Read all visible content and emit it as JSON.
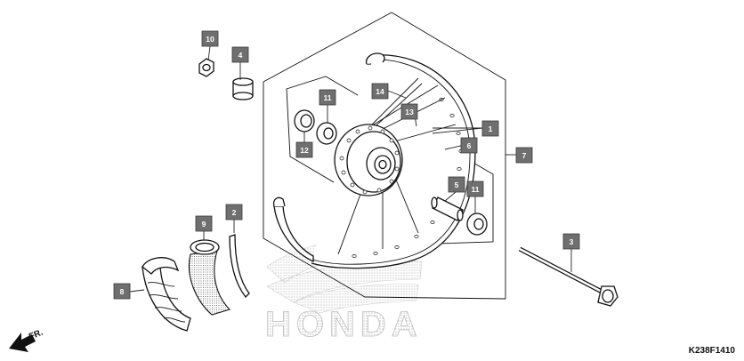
{
  "diagram": {
    "code": "K238F1410",
    "direction_label": "FR.",
    "brand": "HONDA",
    "callouts": [
      {
        "id": "c1",
        "label": "1"
      },
      {
        "id": "c2",
        "label": "2"
      },
      {
        "id": "c3",
        "label": "3"
      },
      {
        "id": "c4",
        "label": "4"
      },
      {
        "id": "c5",
        "label": "5"
      },
      {
        "id": "c6",
        "label": "6"
      },
      {
        "id": "c7",
        "label": "7"
      },
      {
        "id": "c8",
        "label": "8"
      },
      {
        "id": "c9",
        "label": "9"
      },
      {
        "id": "c10",
        "label": "10"
      },
      {
        "id": "c11a",
        "label": "11"
      },
      {
        "id": "c11b",
        "label": "11"
      },
      {
        "id": "c12",
        "label": "12"
      },
      {
        "id": "c13",
        "label": "13"
      },
      {
        "id": "c14",
        "label": "14"
      }
    ]
  }
}
